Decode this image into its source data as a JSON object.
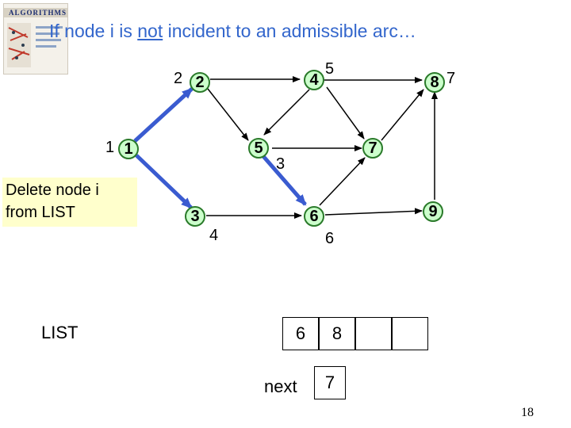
{
  "title": {
    "before": "If node i is ",
    "underlined": "not",
    "after": " incident to an admissible arc…"
  },
  "logo": {
    "word": "ALGORITHMS"
  },
  "note": {
    "line1": "Delete node i",
    "line2": "from LIST"
  },
  "nodes": [
    {
      "id": "1",
      "label": "1"
    },
    {
      "id": "2",
      "label": "2"
    },
    {
      "id": "3",
      "label": "3"
    },
    {
      "id": "4",
      "label": "4"
    },
    {
      "id": "5",
      "label": "5"
    },
    {
      "id": "6",
      "label": "6"
    },
    {
      "id": "7",
      "label": "7"
    },
    {
      "id": "8",
      "label": "8"
    },
    {
      "id": "9",
      "label": "9"
    }
  ],
  "distance_labels": {
    "n1": "1",
    "n2": "2",
    "n3": "4",
    "n4": "5",
    "n5": "3",
    "n6": "6",
    "n8": "7"
  },
  "colors": {
    "title": "#3366cc",
    "admissible_arc": "#3a5bd0",
    "arc": "#000000",
    "node_fill": "#ccffcc",
    "note_fill": "#ffffcc"
  },
  "list": {
    "label": "LIST",
    "cells": [
      "6",
      "8",
      "",
      ""
    ],
    "next_label": "next",
    "next_value": "7"
  },
  "page_number": "18"
}
